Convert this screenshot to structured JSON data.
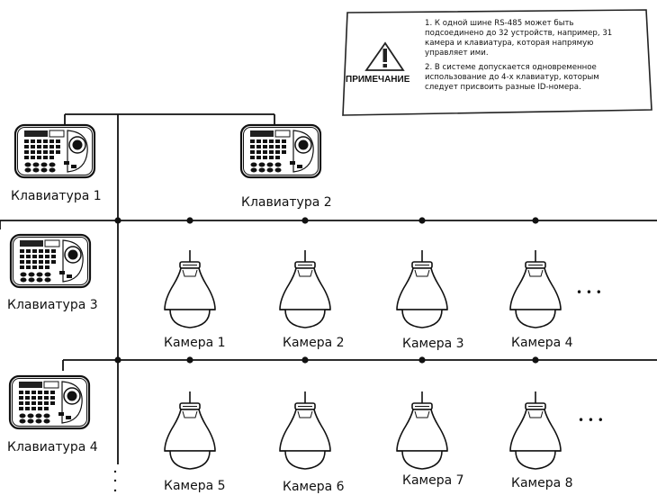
{
  "note": {
    "label": "ПРИМЕЧАНИЕ",
    "item1": "1. К одной шине RS-485 может быть подсоединено до 32 устройств, например, 31 камера и клавиатура, которая напрямую управляет ими.",
    "item1_lines": [
      "1. К одной шине RS-485 может быть",
      "подсоединено до 32 устройств, например, 31",
      "камера и клавиатура, которая напрямую",
      "управляет ими."
    ],
    "item2_lines": [
      "2. В системе допускается одновременное",
      "использование до 4-х клавиатур, которым",
      "следует присвоить разные ID-номера."
    ],
    "icon": "warning-triangle-icon"
  },
  "keyboards": [
    {
      "label": "Клавиатура 1"
    },
    {
      "label": "Клавиатура 2"
    },
    {
      "label": "Клавиатура 3"
    },
    {
      "label": "Клавиатура 4"
    }
  ],
  "cameras": [
    {
      "label": "Камера 1"
    },
    {
      "label": "Камера 2"
    },
    {
      "label": "Камера 3"
    },
    {
      "label": "Камера 4"
    },
    {
      "label": "Камера 5"
    },
    {
      "label": "Камера 6"
    },
    {
      "label": "Камера 7"
    },
    {
      "label": "Камера 8"
    }
  ],
  "ellipsis": "• • •"
}
